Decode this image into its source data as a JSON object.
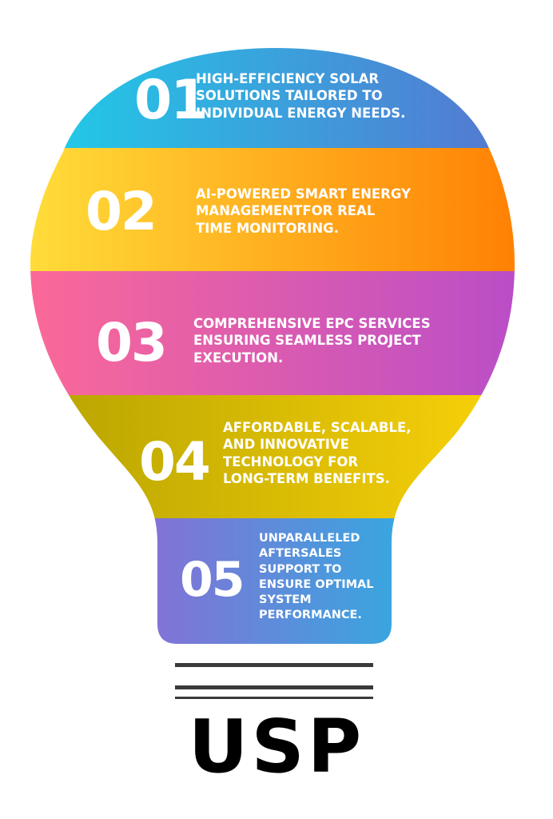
{
  "colors": {
    "band1": [
      "#1bd3ea",
      "#5a6fce"
    ],
    "band2": [
      "#ffe23d",
      "#ff7a00"
    ],
    "band3": [
      "#ff6a95",
      "#b54ccb"
    ],
    "band4": [
      "#b2a000",
      "#ffd60a"
    ],
    "band5": [
      "#b251cf",
      "#08c8e6"
    ],
    "rule": "#3a3a3a",
    "title": "#000000"
  },
  "items": [
    {
      "number": "01",
      "lines": [
        "HIGH-EFFICIENCY SOLAR",
        "SOLUTIONS TAILORED TO",
        "INDIVIDUAL ENERGY NEEDS."
      ]
    },
    {
      "number": "02",
      "lines": [
        "AI-POWERED SMART ENERGY",
        "MANAGEMENTFOR REAL",
        "TIME MONITORING."
      ]
    },
    {
      "number": "03",
      "lines": [
        "COMPREHENSIVE EPC SERVICES",
        "ENSURING SEAMLESS PROJECT",
        "EXECUTION."
      ]
    },
    {
      "number": "04",
      "lines": [
        "AFFORDABLE, SCALABLE,",
        "AND INNOVATIVE",
        "TECHNOLOGY FOR",
        "LONG-TERM BENEFITS."
      ]
    },
    {
      "number": "05",
      "lines": [
        "UNPARALLELED",
        "AFTERSALES",
        "SUPPORT TO",
        "ENSURE OPTIMAL",
        "SYSTEM",
        "PERFORMANCE."
      ]
    }
  ],
  "title": "USP"
}
